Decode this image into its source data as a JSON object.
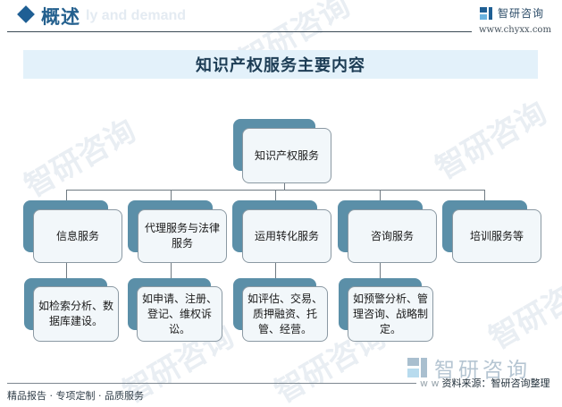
{
  "header": {
    "title": "概述",
    "ghost_text": "ly and demand",
    "brand_name": "智研咨询",
    "brand_url": "www.chyxx.com",
    "colors": {
      "accent": "#1f5f94",
      "title": "#24608e"
    }
  },
  "diagram": {
    "title": "知识产权服务主要内容",
    "root": {
      "label": "知识产权服务"
    },
    "categories": [
      {
        "label": "信息服务",
        "detail": "如检索分析、数据库建设。"
      },
      {
        "label": "代理服务与法律服务",
        "detail": "如申请、注册、登记、维权诉讼。"
      },
      {
        "label": "运用转化服务",
        "detail": "如评估、交易、质押融资、托管、经营。"
      },
      {
        "label": "咨询服务",
        "detail": "如预警分析、管理咨询、战略制定。"
      },
      {
        "label": "培训服务等",
        "detail": null
      }
    ],
    "colors": {
      "node_back": "#5b8fa8",
      "node_front": "#f2f7fa",
      "title_bar": "#e3f1fa"
    }
  },
  "footer": {
    "tagline": "精品报告 · 专项定制 · 品质服务",
    "watermark_brand": "智研咨询",
    "source_prefix": "w w",
    "source": "资料来源：智研咨询整理"
  }
}
